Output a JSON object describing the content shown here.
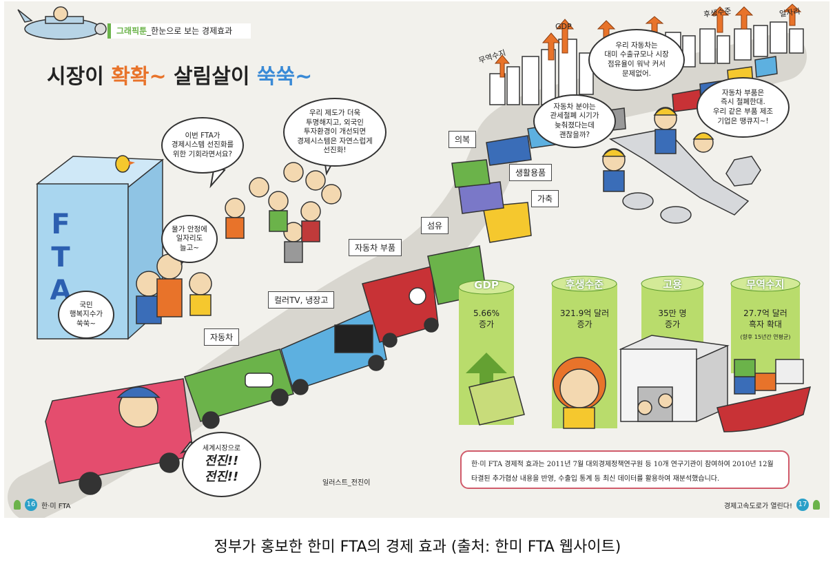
{
  "header": {
    "series_label": "그래픽툰",
    "series_title": "_한눈으로 보는 경제효과",
    "headline_part1": "시장이 ",
    "headline_part2": "확확~",
    "headline_part3": " 살림살이 ",
    "headline_part4": "쑥쑥~"
  },
  "sky_labels": {
    "trade_balance": "무역수지",
    "gdp": "GDP",
    "welfare": "후생수준",
    "jobs": "일자리"
  },
  "bubbles": {
    "b1": "이번 FTA가\n경제시스템 선진화를\n위한 기회라면서요?",
    "b2": "우리 제도가 더욱\n투명해지고, 외국인\n투자환경이 개선되면\n경제시스템은 자연스럽게\n선진화!",
    "b3": "물가 안정에\n일자리도\n늘고~",
    "b4": "국민\n행복지수가\n쑥쑥~",
    "b5": "세계시장으로",
    "b5_big1": "전진!!",
    "b5_big2": "전진!!",
    "b6": "우리 자동차는\n대미 수출규모나 시장\n점유율이 워낙 커서\n문제없어.",
    "b7": "자동차 분야는\n관세철폐 시기가\n늦춰졌다는데\n괜찮을까?",
    "b8": "자동차 부품은\n즉시 철폐한대.\n우리 같은 부품 제조\n기업은 땡큐지~!"
  },
  "truck_labels": {
    "car": "자동차",
    "tv": "컬러TV, 냉장고",
    "parts": "자동차 부품",
    "textile": "섬유",
    "livestock": "가축",
    "household": "생활용품",
    "clothing": "의복"
  },
  "building_letters": "FTA",
  "pillars": [
    {
      "title": "GDP",
      "value": "5.66%\n증가",
      "note": ""
    },
    {
      "title": "후생수준",
      "value": "321.9억 달러\n증가",
      "note": ""
    },
    {
      "title": "고용",
      "value": "35만 명\n증가",
      "note": ""
    },
    {
      "title": "무역수지",
      "value": "27.7억 달러\n흑자 확대",
      "note": "(향후 15년간 연평균)"
    }
  ],
  "info_box": "한·미 FTA 경제적 효과는 2011년 7월 대외경제정책연구원 등 10개 연구기관이 참여하여 2010년 12월 타결된 추가협상 내용을 반영, 수출입 통계 등 최신 데이터를 활용하여 재분석했습니다.",
  "credit": "일러스트_전진이",
  "footer": {
    "left_page": "16",
    "left_text": "한·미 FTA",
    "right_text": "경제고속도로가 열린다!",
    "right_page": "17"
  },
  "caption": "정부가 홍보한 한미 FTA의 경제 효과 (출처: 한미 FTA 웹사이트)",
  "colors": {
    "background": "#f2f1ec",
    "accent_orange": "#e8732a",
    "pillar_green": "#b9dc6c",
    "pillar_dark": "#5b9a2c",
    "building_blue": "#a9d6ef",
    "fta_blue": "#2c5fb0",
    "info_border": "#d05a6a"
  }
}
